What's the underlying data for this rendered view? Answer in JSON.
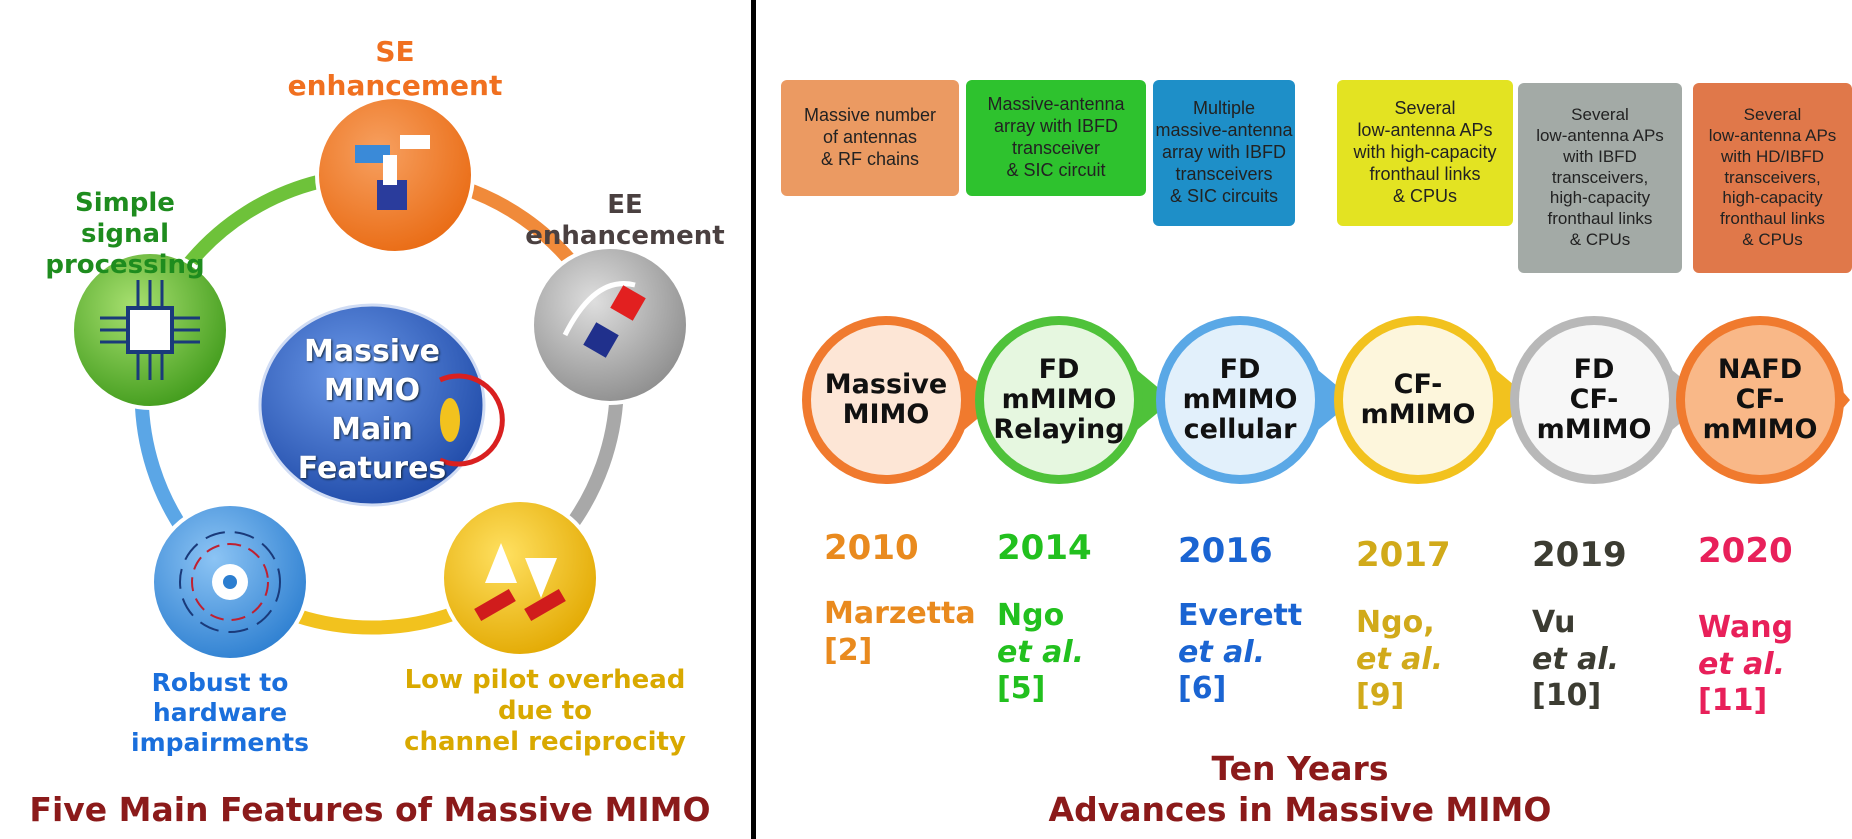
{
  "left": {
    "center_label": [
      "Massive MIMO",
      "Main",
      "Features"
    ],
    "features": [
      {
        "label": "SE\nenhancement",
        "color": "#f07020",
        "icon": "hand-pointer-icon"
      },
      {
        "label": "EE\nenhancement",
        "color": "#4a4040",
        "icon": "magnet-icon"
      },
      {
        "label": "Low pilot overhead\ndue to\nchannel reciprocity",
        "color": "#d9a900",
        "icon": "up-down-arrows-icon"
      },
      {
        "label": "Robust to\nhardware\nimpairments",
        "color": "#1a6fdc",
        "icon": "gear-icon"
      },
      {
        "label": "Simple\nsignal processing",
        "color": "#1e8c1e",
        "icon": "chip-icon"
      }
    ],
    "title": "Five Main Features of Massive MIMO"
  },
  "right": {
    "tech_boxes": [
      {
        "text": "Massive number\nof antennas\n& RF chains",
        "color": "#eb9a62"
      },
      {
        "text": "Massive-antenna\narray with IBFD\ntransceiver\n& SIC circuit",
        "color": "#2ec22e"
      },
      {
        "text": "Multiple\nmassive-antenna\narray with IBFD\ntransceivers\n& SIC circuits",
        "color": "#1e8fc8"
      },
      {
        "text": "Several\nlow-antenna APs\nwith high-capacity\nfronthaul links\n& CPUs",
        "color": "#e3e322"
      },
      {
        "text": "Several\nlow-antenna APs\nwith IBFD\ntransceivers,\nhigh-capacity\nfronthaul links\n& CPUs",
        "color": "#a3aaa6"
      },
      {
        "text": "Several\nlow-antenna APs\nwith HD/IBFD\ntransceivers,\nhigh-capacity\nfronthaul links\n& CPUs",
        "color": "#e0784a"
      }
    ],
    "milestones": [
      {
        "label": "Massive\nMIMO",
        "ring": "#f07a2e",
        "fill": "#fde6d6",
        "year": "2010",
        "year_color": "#e98a1e",
        "ref": [
          "Marzetta",
          "[2]"
        ],
        "ref_italic": ""
      },
      {
        "label": "FD\nmMIMO\nRelaying",
        "ring": "#4fc23a",
        "fill": "#e6f7e0",
        "year": "2014",
        "year_color": "#22c01e",
        "ref": [
          "Ngo",
          "[5]"
        ],
        "ref_italic": "et al."
      },
      {
        "label": "FD\nmMIMO\ncellular",
        "ring": "#5aa8e6",
        "fill": "#e2f0fb",
        "year": "2016",
        "year_color": "#1a64d2",
        "ref": [
          "Everett",
          "[6]"
        ],
        "ref_italic": "et al."
      },
      {
        "label": "CF-\nmMIMO",
        "ring": "#f2c21e",
        "fill": "#fdf6dc",
        "year": "2017",
        "year_color": "#d1aa1a",
        "ref": [
          "Ngo,",
          "[9]"
        ],
        "ref_italic": "et al."
      },
      {
        "label": "FD\nCF-\nmMIMO",
        "ring": "#b8b8b8",
        "fill": "#f7f7f7",
        "year": "2019",
        "year_color": "#3c3c32",
        "ref": [
          "Vu",
          "[10]"
        ],
        "ref_italic": "et al."
      },
      {
        "label": "NAFD\nCF-\nmMIMO",
        "ring": "#f07a2e",
        "fill": "#f9b888",
        "year": "2020",
        "year_color": "#e8205a",
        "ref": [
          "Wang",
          "[11]"
        ],
        "ref_italic": "et al."
      }
    ],
    "title": [
      "Ten Years",
      "Advances in Massive MIMO"
    ]
  }
}
